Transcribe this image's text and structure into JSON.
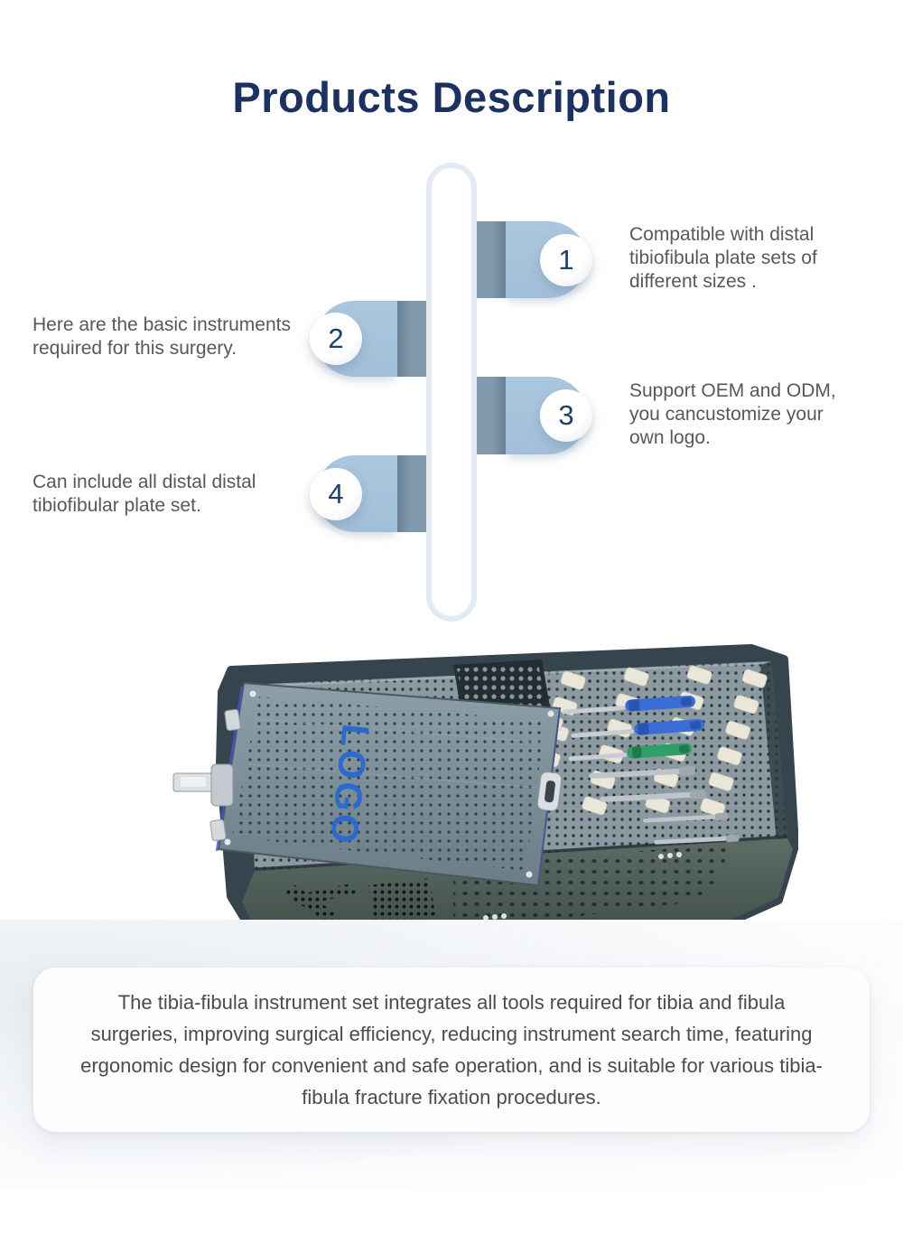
{
  "page": {
    "title": "Products Description"
  },
  "callouts": [
    {
      "number": "1",
      "side": "right",
      "text": "Compatible with distal tibiofibula plate sets of different sizes ."
    },
    {
      "number": "2",
      "side": "left",
      "text": "Here are the basic instruments required for this surgery."
    },
    {
      "number": "3",
      "side": "right",
      "text": "Support OEM and ODM, you cancustomize your own logo."
    },
    {
      "number": "4",
      "side": "left",
      "text": "Can include all distal distal tibiofibular plate set."
    }
  ],
  "product": {
    "logo_text": "LOGO",
    "alt": "Dark teal surgical instrument sterilization case with perforated LOGO lid, white instrument clips and blue and green handled tools"
  },
  "summary": {
    "text": "The tibia-fibula instrument set integrates all tools required for tibia and fibula surgeries, improving surgical efficiency, reducing instrument search time, featuring ergonomic design for convenient and safe operation, and is suitable for various tibia-fibula fracture fixation procedures."
  },
  "colors": {
    "title_navy": "#1c3160",
    "number_navy": "#1d3f6a",
    "ribbon_light_blue": "#a7c3dc",
    "ribbon_dark_blue": "#7e96ab",
    "capsule_border": "#e3eaf2",
    "body_text_gray": "#57585b",
    "case_body": "#36444d",
    "logo_blue": "#2c6ace",
    "handle_blue": "#3a6ed6",
    "handle_green": "#2f9e68"
  }
}
